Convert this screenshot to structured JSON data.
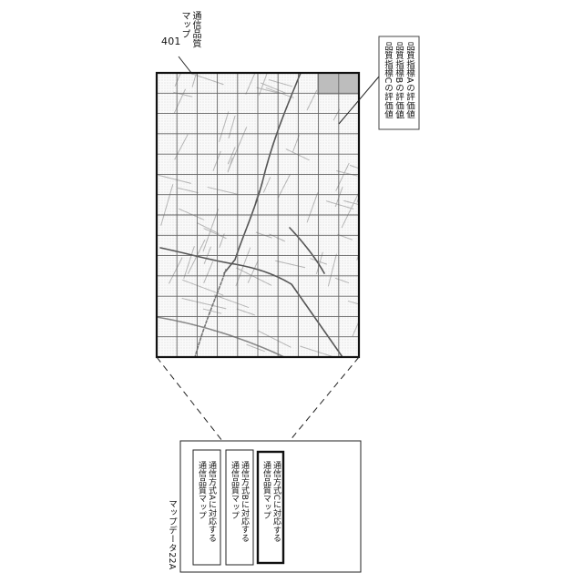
{
  "map_figure": {
    "ref_numeral": "401",
    "title": "通信品質\nマップ"
  },
  "callout": {
    "lines": [
      "品質指標Aの評価値",
      "品質指標Bの評価値",
      "品質指標Cの評価値",
      "…"
    ]
  },
  "map_data": {
    "title": "マップデータ22A",
    "items": [
      "通信方式Aに対応する\n通信品質マップ",
      "通信方式Bに対応する\n通信品質マップ",
      "通信方式Cに対応する\n通信品質マップ"
    ],
    "highlighted_index": 2
  }
}
